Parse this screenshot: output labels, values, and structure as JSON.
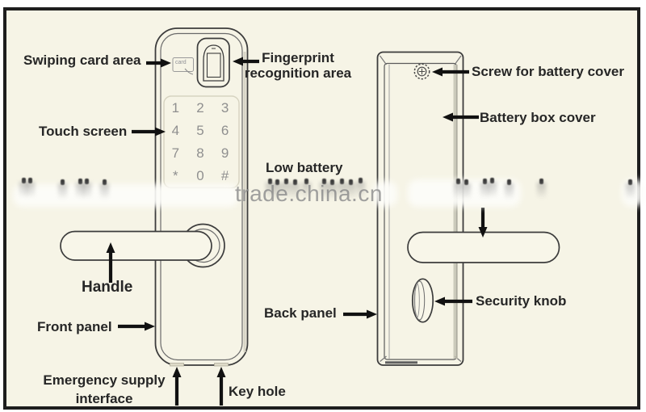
{
  "watermark": {
    "text": "trade.china.cn"
  },
  "front_view": {
    "labels": {
      "swiping_card_area": "Swiping card area",
      "fingerprint_line1": "Fingerprint",
      "fingerprint_line2": "recognition area",
      "touch_screen": "Touch screen",
      "handle": "Handle",
      "front_panel": "Front panel",
      "emergency_line1": "Emergency supply",
      "emergency_line2": "interface",
      "key_hole": "Key hole"
    },
    "keypad_keys": [
      "1",
      "2",
      "3",
      "4",
      "5",
      "6",
      "7",
      "8",
      "9",
      "*",
      "0",
      "#"
    ],
    "card_icon_text": "card"
  },
  "center_labels": {
    "low_battery": "Low battery"
  },
  "back_view": {
    "labels": {
      "screw_for_battery_cover": "Screw for battery cover",
      "battery_box_cover": "Battery box cover",
      "back_panel": "Back panel",
      "security_knob": "Security knob"
    }
  },
  "colors": {
    "background": "#f6f4e6",
    "frame_border": "#1e1e1e",
    "line": "#3c3c3c",
    "label_text": "#262626",
    "keypad_text": "#8f8f8f",
    "watermark": "#919191",
    "arrow": "#111111"
  }
}
